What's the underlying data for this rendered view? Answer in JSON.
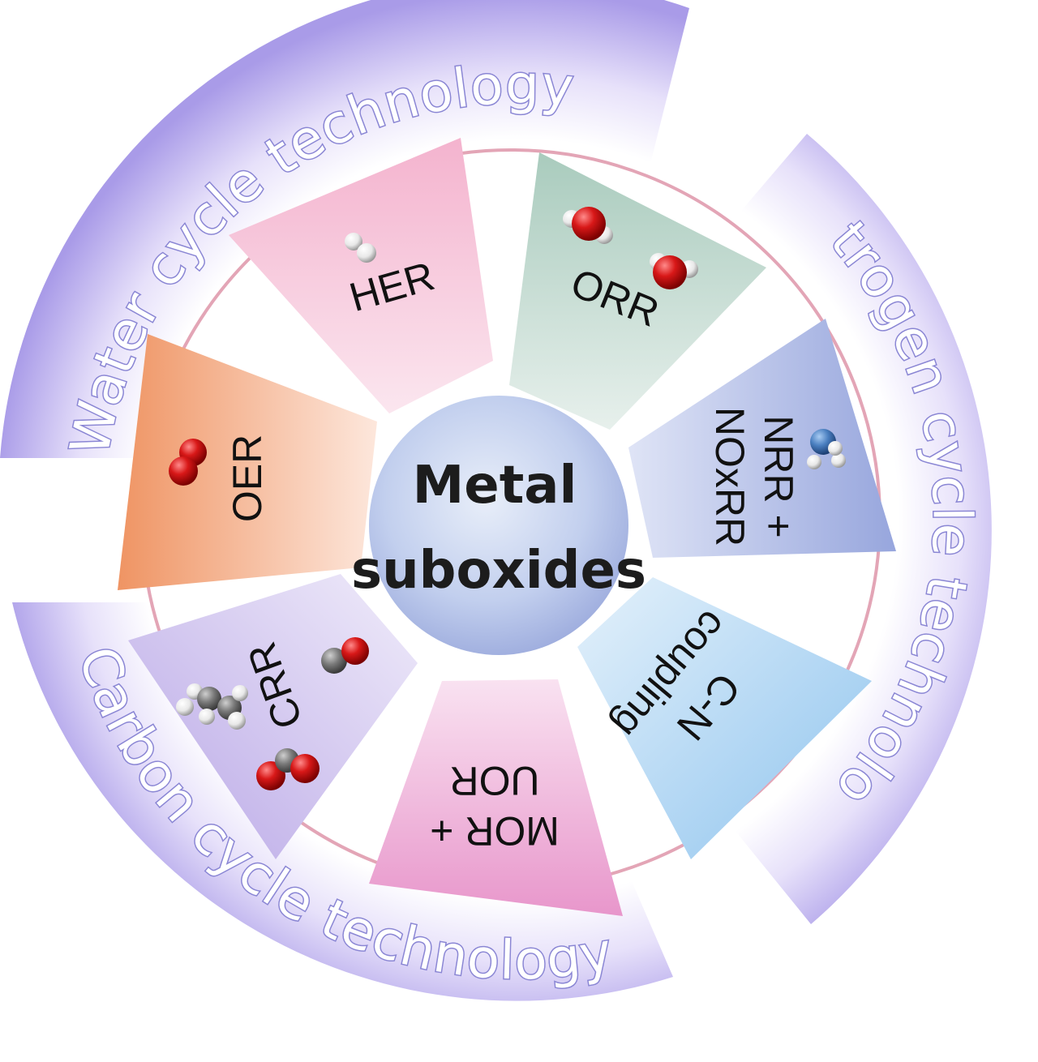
{
  "center": {
    "line1": "Metal",
    "line2": "suboxides"
  },
  "bands": {
    "water": "Water cycle technology",
    "nitrogen": "Nitrogen cycle technology",
    "carbon": "Carbon cycle technology"
  },
  "segments": {
    "her": "HER",
    "orr": "ORR",
    "nrr_line1": "NRR +",
    "nrr_line2": "NOxRR",
    "cn_line1": "C-N",
    "cn_line2": "coupling",
    "mor_line1": "MOR +",
    "mor_line2": "UOR",
    "crr": "CRR",
    "oer": "OER"
  },
  "colors": {
    "band": "#a99be8",
    "her": "#f2b6cf",
    "orr": "#b5d3c6",
    "nrr": "#a9b6e2",
    "cn": "#a9d2f1",
    "mor": "#eeaad4",
    "crr": "#c9baec",
    "oer": "#f3a77f",
    "ring": "#e3a5b6",
    "oxygen": "#d42020",
    "hydrogen": "#f2f2f2",
    "carbon": "#7d7d7d",
    "nitrogen": "#4a7fc0"
  }
}
